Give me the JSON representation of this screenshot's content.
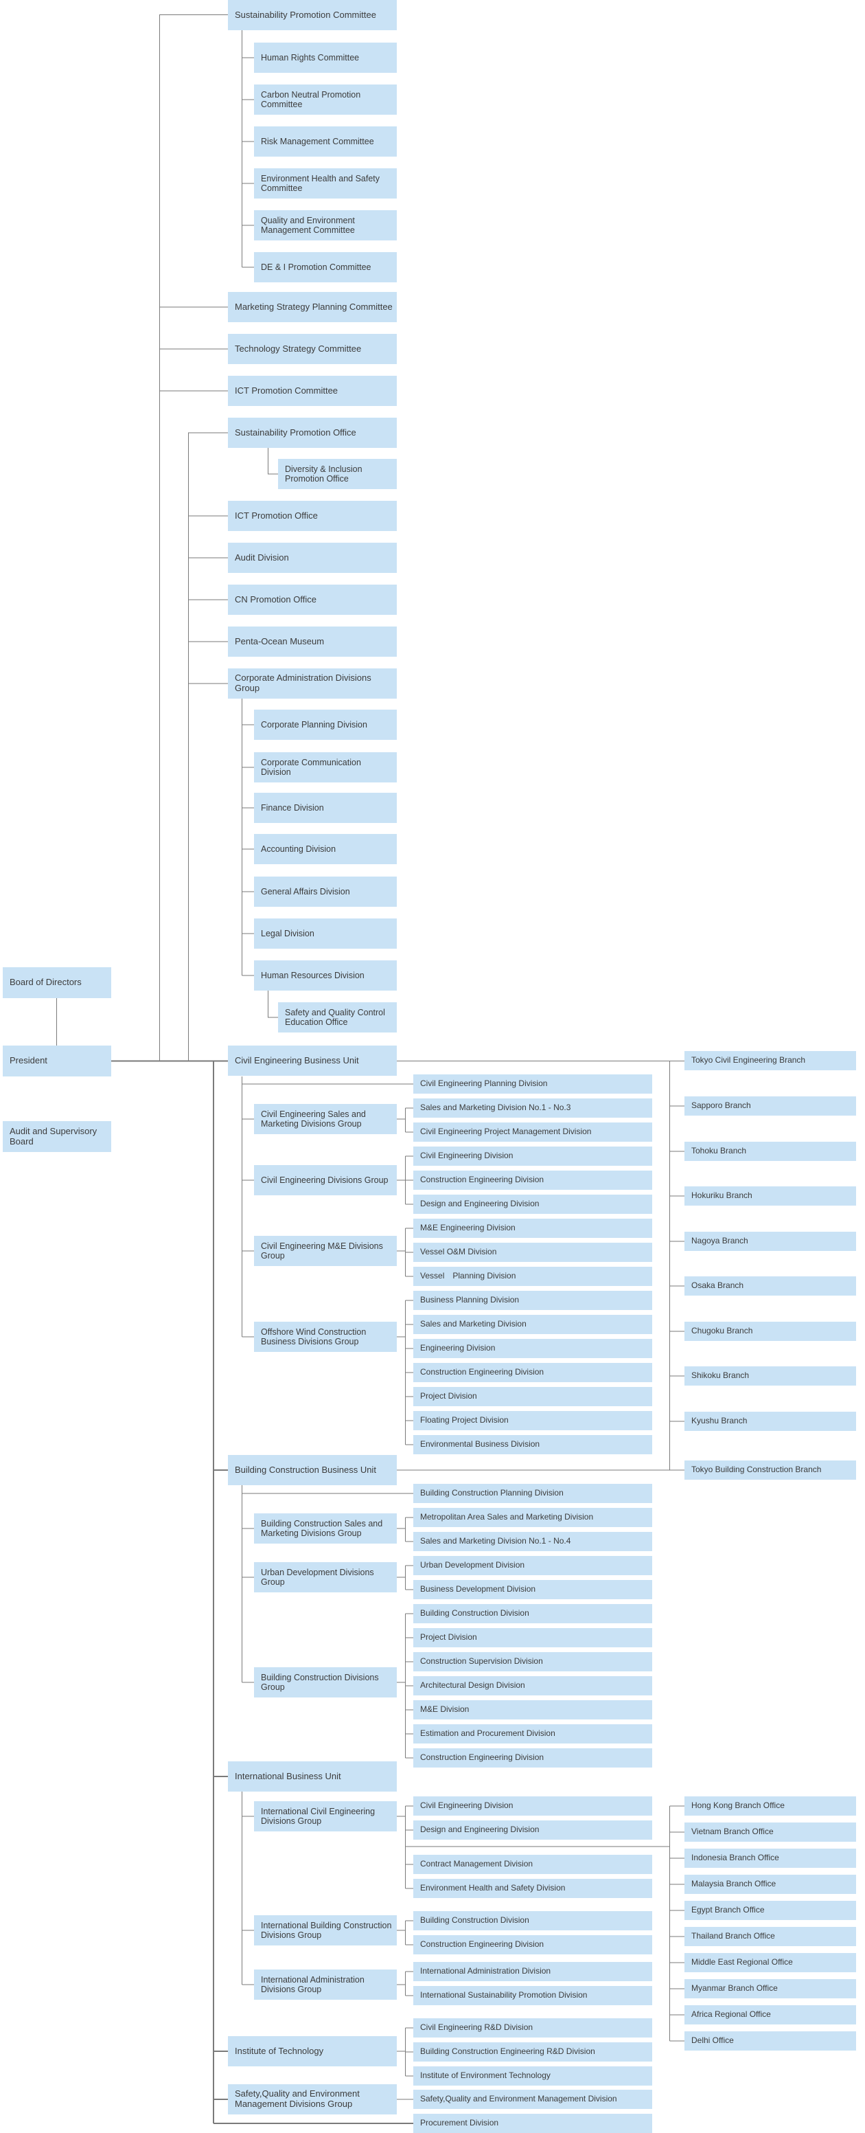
{
  "palette": {
    "box_fill": "#c9e2f5",
    "text": "#3c3c3c",
    "line": "#7a7a7a"
  },
  "governance": {
    "board": "Board of Directors",
    "president": "President",
    "audit_board": "Audit and Supervisory Board"
  },
  "committees": {
    "sustainability": {
      "label": "Sustainability Promotion Committee",
      "sub": [
        "Human Rights Committee",
        "Carbon Neutral Promotion Committee",
        "Risk Management Committee",
        "Environment Health and Safety Committee",
        "Quality and Environment Management Committee",
        "DE & I Promotion Committee"
      ]
    },
    "others": [
      "Marketing Strategy Planning Committee",
      "Technology Strategy Committee",
      "ICT Promotion Committee"
    ]
  },
  "offices": {
    "sustainability_office": "Sustainability Promotion Office",
    "diversity_office": "Diversity & Inclusion Promotion Office",
    "items": [
      "ICT Promotion Office",
      "Audit Division",
      "CN Promotion Office",
      "Penta-Ocean Museum"
    ]
  },
  "corporate": {
    "group": "Corporate Administration Divisions Group",
    "divisions": [
      "Corporate Planning Division",
      "Corporate Communication Division",
      "Finance Division",
      "Accounting Division",
      "General Affairs Division",
      "Legal Division",
      "Human Resources Division"
    ],
    "sub_office": "Safety and Quality Control Education Office"
  },
  "civil": {
    "unit": "Civil Engineering Business Unit",
    "groups": [
      "Civil Engineering Sales and Marketing Divisions Group",
      "Civil Engineering Divisions Group",
      "Civil Engineering M&E Divisions Group",
      "Offshore Wind Construction Business Divisions Group"
    ],
    "divisions": [
      "Civil Engineering Planning Division",
      "Sales and Marketing Division No.1 - No.3",
      "Civil Engineering Project Management Division",
      "Civil Engineering Division",
      "Construction Engineering Division",
      "Design and Engineering Division",
      "M&E Engineering Division",
      "Vessel O&M Division",
      "Vessel　Planning Division",
      "Business Planning Division",
      "Sales and Marketing Division",
      "Engineering Division",
      "Construction Engineering Division",
      "Project Division",
      "Floating Project Division",
      "Environmental Business Division"
    ],
    "branches": [
      "Tokyo Civil Engineering Branch",
      "Sapporo Branch",
      "Tohoku Branch",
      "Hokuriku Branch",
      "Nagoya Branch",
      "Osaka Branch",
      "Chugoku Branch",
      "Shikoku Branch",
      "Kyushu Branch"
    ]
  },
  "building": {
    "unit": "Building Construction Business Unit",
    "groups": [
      "Building Construction Sales and Marketing Divisions Group",
      "Urban Development Divisions Group",
      "Building Construction Divisions Group"
    ],
    "divisions": [
      "Building Construction Planning Division",
      "Metropolitan Area Sales and Marketing Division",
      "Sales and Marketing Division No.1 - No.4",
      "Urban Development Division",
      "Business Development Division",
      "Building Construction Division",
      "Project Division",
      "Construction Supervision Division",
      "Architectural Design Division",
      "M&E Division",
      "Estimation and Procurement Division",
      "Construction Engineering Division"
    ],
    "branch": "Tokyo Building Construction Branch"
  },
  "international": {
    "unit": "International Business Unit",
    "groups": [
      "International Civil Engineering Divisions Group",
      "International Building Construction Divisions Group",
      "International Administration Divisions Group"
    ],
    "divisions": [
      "Civil Engineering Division",
      "Design and Engineering Division",
      "Contract Management Division",
      "Environment Health and Safety Division",
      "Building Construction Division",
      "Construction Engineering Division",
      "International Administration Division",
      "International Sustainability Promotion Division"
    ],
    "offices": [
      "Hong Kong Branch Office",
      "Vietnam Branch Office",
      "Indonesia Branch Office",
      "Malaysia Branch Office",
      "Egypt Branch Office",
      "Thailand Branch Office",
      "Middle East Regional Office",
      "Myanmar Branch Office",
      "Africa Regional Office",
      "Delhi Office"
    ]
  },
  "institute": {
    "unit": "Institute of Technology",
    "divisions": [
      "Civil Engineering R&D Division",
      "Building Construction Engineering R&D Division",
      "Institute of Environment Technology"
    ]
  },
  "safety": {
    "group": "Safety,Quality and Environment Management Divisions Group",
    "division": "Safety,Quality and Environment Management Division"
  },
  "procurement": {
    "division": "Procurement Division"
  }
}
